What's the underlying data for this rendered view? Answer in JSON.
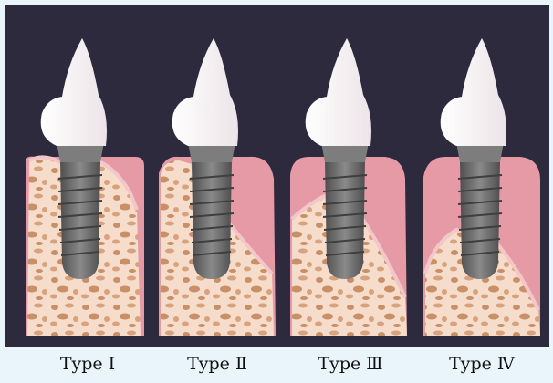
{
  "figure": {
    "captions": [
      "Type Ⅰ",
      "Type Ⅱ",
      "Type Ⅲ",
      "Type Ⅳ"
    ]
  },
  "colors": {
    "background": "#2e2a3e",
    "page": "#eaf4fb",
    "bone": "#f6dccb",
    "bone_pores": "#c98f66",
    "gum": "#e59aa6",
    "implant": "#6f6f6f",
    "crown": "#ffffff"
  }
}
